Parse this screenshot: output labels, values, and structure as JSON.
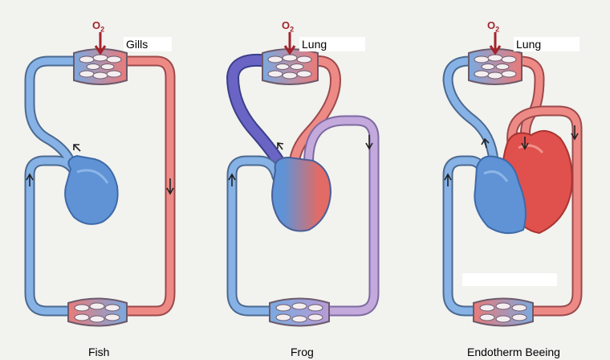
{
  "diagrams": [
    {
      "organ_label": "Gills",
      "caption": "Fish"
    },
    {
      "organ_label": "Lung",
      "caption": "Frog"
    },
    {
      "organ_label": "Lung",
      "caption": "Endotherm Beeing"
    }
  ],
  "oxygen": {
    "symbol": "O",
    "subscript": "2"
  },
  "colors": {
    "deoxygenated": "#7aa9e0",
    "oxygenated": "#ea7a78",
    "mixed": "#b79bd6",
    "heart_blue": "#5f93d6",
    "heart_red": "#e0504c",
    "arrow": "#a3242b",
    "background": "#f2f2ef"
  }
}
